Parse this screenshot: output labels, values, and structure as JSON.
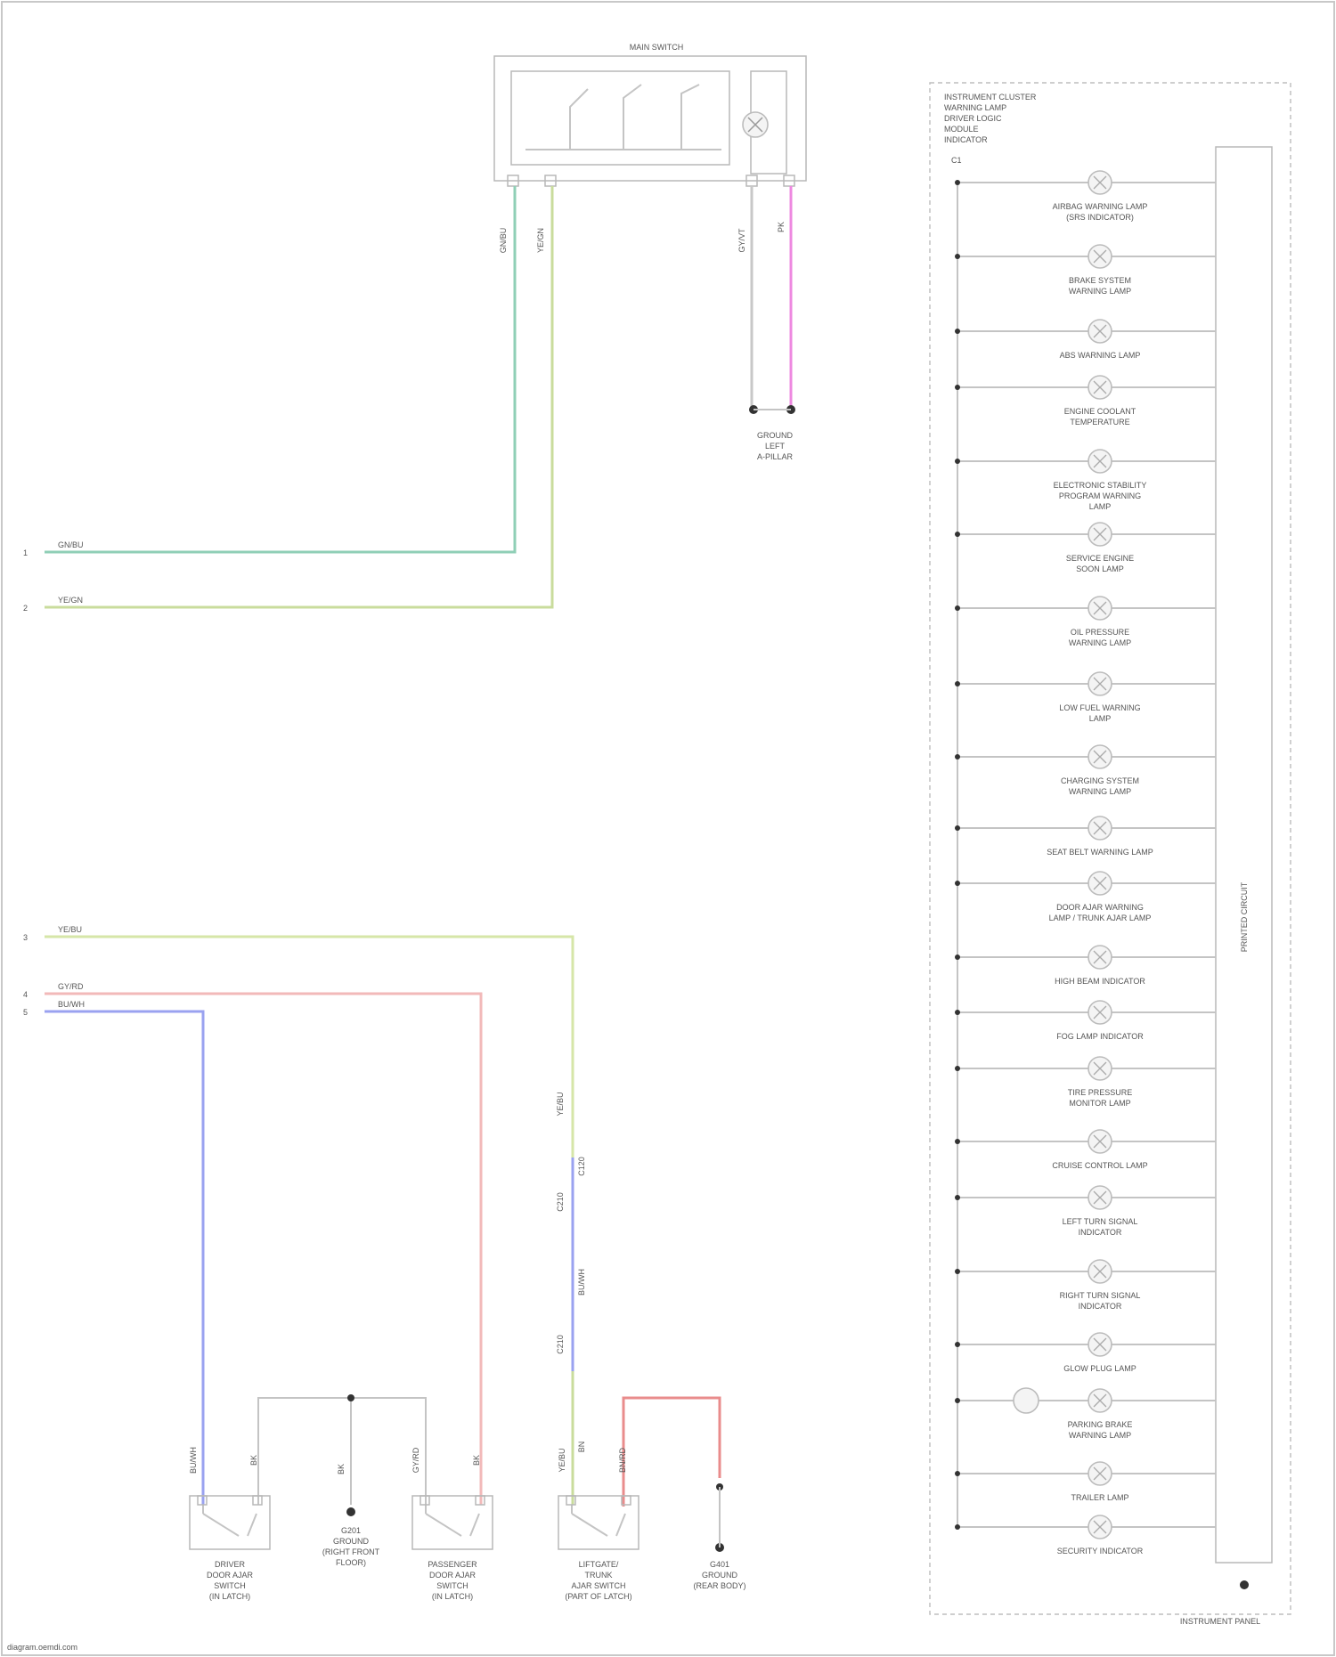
{
  "main_switch": {
    "title": "MAIN SWITCH",
    "pin_labels": [
      "GN/BU",
      "YE/GN",
      "GY/VT",
      "PK"
    ]
  },
  "ground_main": "GROUND\nLEFT\nA-PILLAR",
  "left_connectors": [
    {
      "num": "1",
      "wire": "GN/BU"
    },
    {
      "num": "2",
      "wire": "YE/GN"
    },
    {
      "num": "3",
      "wire": "YE/BU"
    },
    {
      "num": "4",
      "wire": "GY/RD"
    },
    {
      "num": "5",
      "wire": "BU/WH"
    }
  ],
  "cluster": {
    "header": "INSTRUMENT CLUSTER\nWARNING LAMP\nDRIVER LOGIC\nMODULE\nINDICATOR",
    "pin": "C1",
    "side_label": "PRINTED CIRCUIT",
    "footer": "INSTRUMENT PANEL",
    "indicators": [
      "AIRBAG WARNING LAMP\n(SRS INDICATOR)",
      "BRAKE SYSTEM\nWARNING LAMP",
      "ABS WARNING LAMP",
      "ENGINE COOLANT\nTEMPERATURE",
      "ELECTRONIC STABILITY\nPROGRAM WARNING\nLAMP",
      "SERVICE ENGINE\nSOON LAMP",
      "OIL PRESSURE\nWARNING LAMP",
      "LOW FUEL WARNING\nLAMP",
      "CHARGING SYSTEM\nWARNING LAMP",
      "SEAT BELT WARNING LAMP",
      "DOOR AJAR WARNING\nLAMP / TRUNK AJAR LAMP",
      "HIGH BEAM INDICATOR",
      "FOG LAMP INDICATOR",
      "TIRE PRESSURE\nMONITOR LAMP",
      "CRUISE CONTROL LAMP",
      "LEFT TURN SIGNAL\nINDICATOR",
      "RIGHT TURN SIGNAL\nINDICATOR",
      "GLOW PLUG LAMP",
      "PARKING BRAKE\nWARNING LAMP",
      "TRAILER LAMP",
      "SECURITY INDICATOR"
    ]
  },
  "bottom_switches": [
    {
      "name": "DRIVER\nDOOR AJAR\nSWITCH\n(IN LATCH)",
      "wire_top": "BU/WH",
      "wire_gnd": "BK"
    },
    {
      "name": "PASSENGER\nDOOR AJAR\nSWITCH\n(IN LATCH)",
      "wire_top": "GY/RD",
      "wire_gnd": "BK"
    },
    {
      "name": "LIFTGATE/\nTRUNK\nAJAR SWITCH\n(PART OF LATCH)",
      "wire_top": "YE/BU",
      "wire_gnd": "BN/RD"
    }
  ],
  "splice_label": "BK",
  "ground_left": "G201\nGROUND\n(RIGHT FRONT\nFLOOR)",
  "ground_right": "G401\nGROUND\n(REAR BODY)",
  "mid_wire_labels": [
    "YE/BU",
    "C120",
    "C210",
    "BU/WH",
    "C210",
    "BN"
  ],
  "watermark": "diagram.oemdi.com"
}
